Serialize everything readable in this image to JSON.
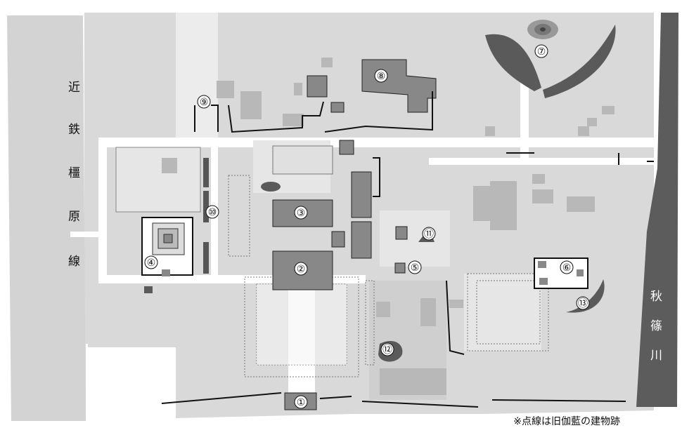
{
  "rail_label": [
    "近",
    "鉄",
    "橿",
    "原",
    "線"
  ],
  "river_label": [
    "秋",
    "篠",
    "川"
  ],
  "markers": [
    {
      "id": "1",
      "text": "①"
    },
    {
      "id": "2",
      "text": "②"
    },
    {
      "id": "3",
      "text": "③"
    },
    {
      "id": "4",
      "text": "④"
    },
    {
      "id": "5",
      "text": "⑤"
    },
    {
      "id": "6",
      "text": "⑥"
    },
    {
      "id": "7",
      "text": "⑦"
    },
    {
      "id": "8",
      "text": "⑧"
    },
    {
      "id": "9",
      "text": "⑨"
    },
    {
      "id": "10",
      "text": "⑩"
    },
    {
      "id": "11",
      "text": "⑪"
    },
    {
      "id": "12",
      "text": "⑫"
    },
    {
      "id": "13",
      "text": "⑬"
    }
  ],
  "note": "※点線は旧伽藍の建物跡",
  "colors": {
    "ground": "#d9d9d9",
    "road": "#ffffff",
    "rail": "#d3d3d3",
    "river": "#5c5c5c",
    "building": "#888888",
    "minor_building": "#b8b8b8",
    "wall": "#111111",
    "pond": "#5a5a5a"
  }
}
